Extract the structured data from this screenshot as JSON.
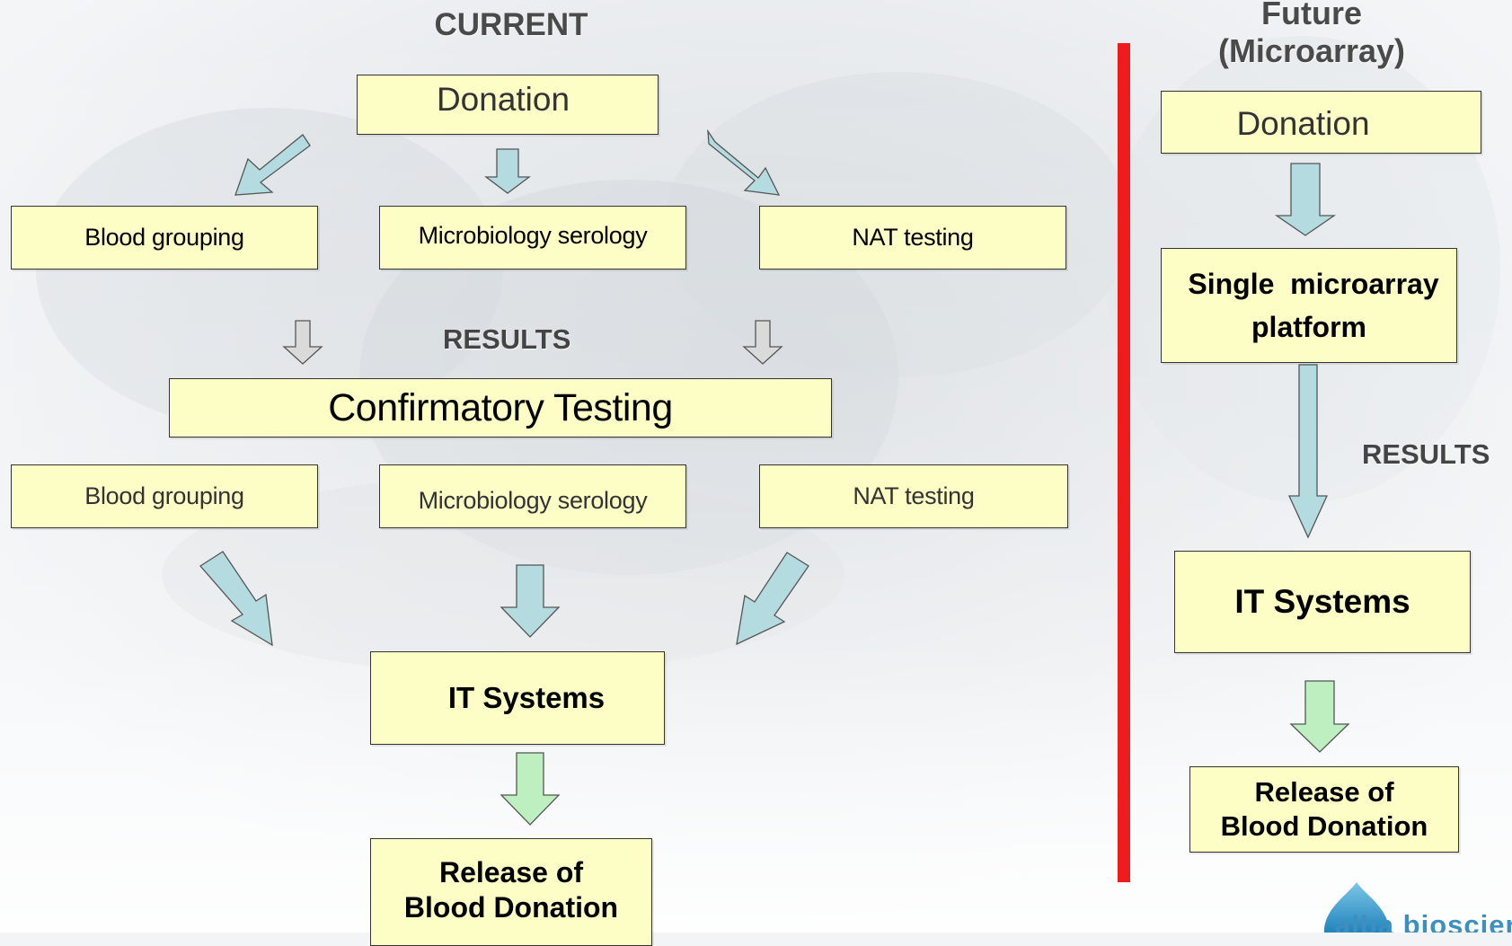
{
  "current": {
    "heading": "CURRENT",
    "donation": "Donation",
    "first_row": {
      "blood_grouping": "Blood grouping",
      "microbiology": "Microbiology serology",
      "nat": "NAT testing"
    },
    "results": "RESULTS",
    "confirmatory": "Confirmatory Testing",
    "second_row": {
      "blood_grouping": "Blood grouping",
      "microbiology": "Microbiology serology",
      "nat": "NAT testing"
    },
    "it_systems": "IT Systems",
    "release_line1": "Release of",
    "release_line2": "Blood Donation"
  },
  "future": {
    "heading_line1": "Future",
    "heading_line2": "(Microarray)",
    "donation": "Donation",
    "platform_line1": "Single  microarray",
    "platform_line2": "platform",
    "results": "RESULTS",
    "it_systems": "IT Systems",
    "release_line1": "Release of",
    "release_line2": "Blood Donation"
  },
  "logo": {
    "text": "alba bioscien"
  },
  "colors": {
    "box_fill": "#fdfdc6",
    "blue_arrow": "#b4dce0",
    "grey_arrow": "#dadada",
    "green_arrow": "#bdefc0",
    "divider": "#ee1c1c"
  }
}
